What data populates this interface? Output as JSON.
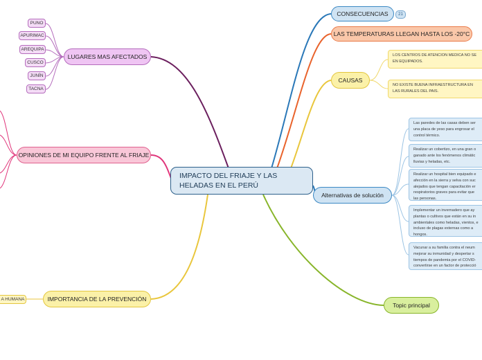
{
  "central": {
    "title": "IMPACTO DEL FRIAJE Y LAS HELADAS EN EL PERÚ"
  },
  "lugares": {
    "label": "LUGARES MAS AFECTADOS",
    "items": [
      "PUNO",
      "APURIMAC",
      "AREQUIPA",
      "CUSCO",
      "JUNÍN",
      "TACNA"
    ]
  },
  "opiniones": {
    "label": "OPINIONES DE MI EQUIPO FRENTE AL FRIAJE"
  },
  "importancia": {
    "label": "IMPORTANCIA DE LA PREVENCIÓN",
    "child": "A HUMANA"
  },
  "consecuencias": {
    "label": "CONSECUENCIAS",
    "badge": "21"
  },
  "temperaturas": {
    "label": "LAS TEMPERATURAS LLEGAN HASTA LOS -20°C"
  },
  "causas": {
    "label": "CAUSAS",
    "notes": [
      "LOS CENTROS DE ATENCION MEDICA NO SE EN EQUIPADOS.",
      "NO EXISTE BUENA INFRAESTRUCTURA EN LAS RURALES DEL PAIS."
    ]
  },
  "alternativas": {
    "label": "Alternativas de solución",
    "notes": [
      "Las paredes de las casas deben ser una placa de yeso para engrosar el control térmico.",
      "Realizar un cobertizo, en una gran o ganado ante los fenómenos climátic lluvias y heladas, etc.",
      "Realizar un hospital bien equipado e afección en la sierra y selva con suc alejados que tengan capacitación er respiratorios graves para evitar que las personas.",
      "Implementar un invernadero que ay plantas o cultivos que están en su in ambientales como heladas, vientos, e incluso de plagas externas como a hongos.",
      "Vacunar a su familia contra el neum mejorar su inmunidad y despertar s tiempos de pandemia por el COVID- convertirse en un factor de protecció"
    ]
  },
  "topic": {
    "label": "Topic principal"
  },
  "colors": {
    "purple": "#6b1f5e",
    "pink": "#e0367b",
    "yellow": "#e9c63c",
    "orange": "#e9632c",
    "blue": "#2a78b8",
    "green": "#88b52a"
  }
}
